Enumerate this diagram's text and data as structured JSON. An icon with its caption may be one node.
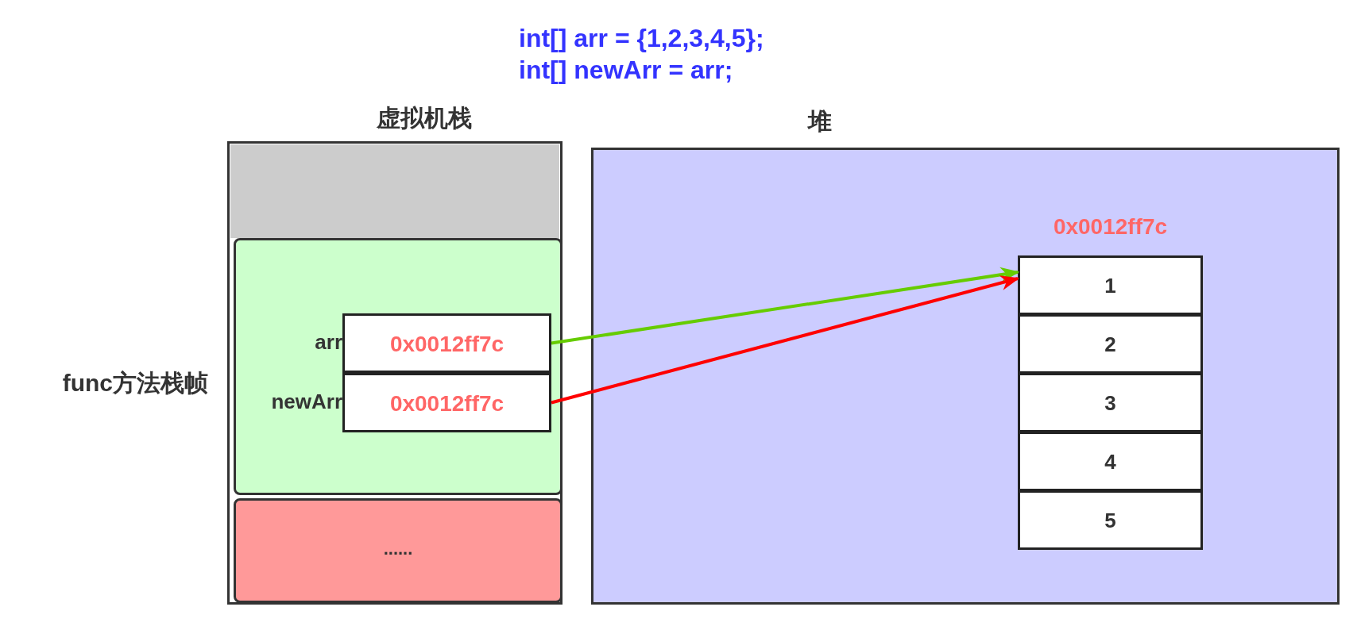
{
  "diagram": {
    "nodes": [
      {
        "text": [
          "虚拟机栈"
        ]
      },
      {
        "text": [],
        "shape": "box",
        "in": 0
      },
      {
        "text": [
          "func方法栈帧"
        ],
        "in": 0
      },
      {
        "text": [
          "0x0012ff7c"
        ],
        "in": 2,
        "beside": [
          "arr"
        ]
      },
      {
        "text": [
          "0x0012ff7c"
        ],
        "in": 2,
        "beside": [
          "newArr"
        ]
      },
      {
        "text": [
          "......"
        ],
        "in": 0
      },
      {
        "text": [
          "堆"
        ]
      },
      {
        "text": [
          "0x0012ff7c"
        ],
        "in": 6
      },
      {
        "text": [
          "1"
        ],
        "in": 7
      },
      {
        "text": [
          "2"
        ],
        "in": 7
      },
      {
        "text": [
          "3"
        ],
        "in": 7
      },
      {
        "text": [
          "4"
        ],
        "in": 7
      },
      {
        "text": [
          "5"
        ],
        "in": 7
      }
    ],
    "edges": [
      {
        "from": 3,
        "to": 8,
        "arrow": "to",
        "color": "#66cc00"
      },
      {
        "from": 4,
        "to": 8,
        "arrow": "to",
        "color": "#ff0000"
      }
    ],
    "labels": [
      "int[] arr = {1,2,3,4,5};",
      "int[] newArr = arr;"
    ]
  }
}
